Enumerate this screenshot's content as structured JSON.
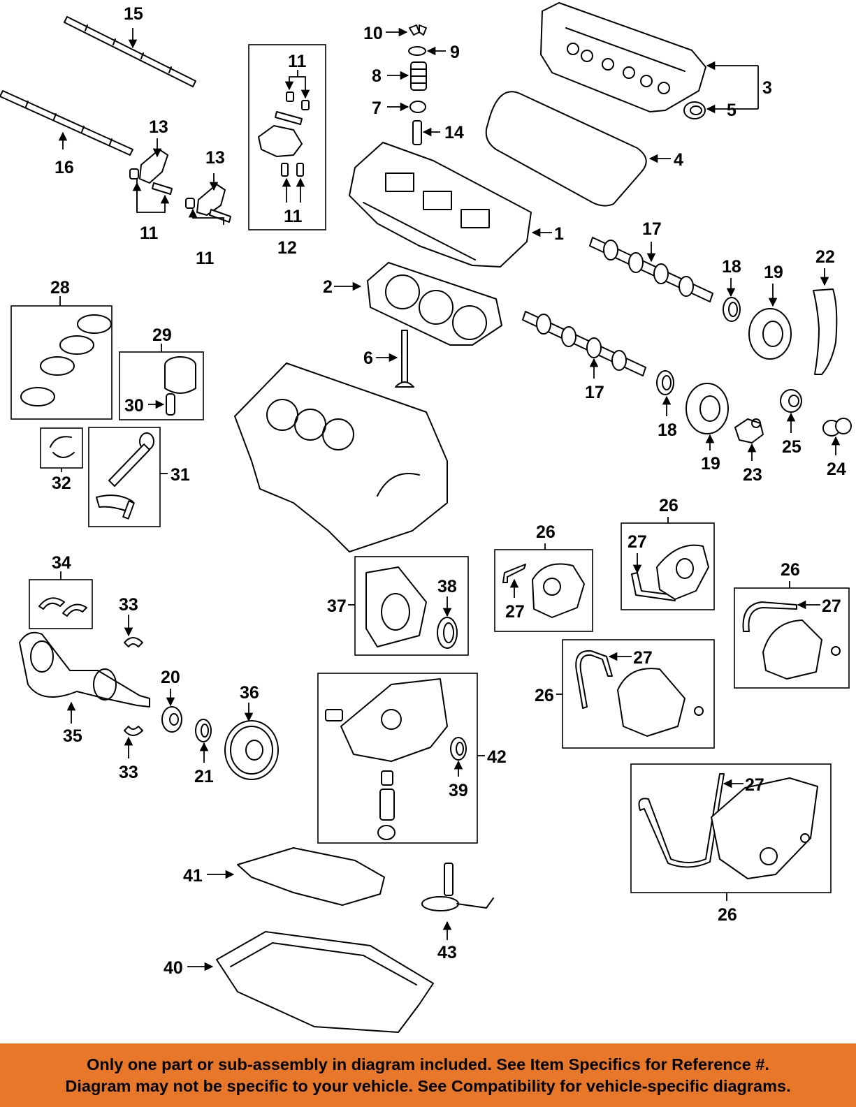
{
  "footer": {
    "line1": "Only one part or sub-assembly in diagram included. See Item Specifics for Reference #.",
    "line2": "Diagram may not be specific to your vehicle. See Compatibility for vehicle-specific diagrams."
  },
  "colors": {
    "footer_background": "#e9772a",
    "line_art": "#000000",
    "background": "#ffffff"
  },
  "callouts": {
    "c1": "1",
    "c2": "2",
    "c3": "3",
    "c4": "4",
    "c5": "5",
    "c6": "6",
    "c7": "7",
    "c8": "8",
    "c9": "9",
    "c10": "10",
    "c11a": "11",
    "c11b": "11",
    "c11c": "11",
    "c11d": "11",
    "c12": "12",
    "c13a": "13",
    "c13b": "13",
    "c14": "14",
    "c15": "15",
    "c16": "16",
    "c17a": "17",
    "c17b": "17",
    "c18a": "18",
    "c18b": "18",
    "c19a": "19",
    "c19b": "19",
    "c20": "20",
    "c21": "21",
    "c22": "22",
    "c23": "23",
    "c24": "24",
    "c25": "25",
    "c26a": "26",
    "c26b": "26",
    "c26c": "26",
    "c26d": "26",
    "c26e": "26",
    "c27a": "27",
    "c27b": "27",
    "c27c": "27",
    "c27d": "27",
    "c27e": "27",
    "c28": "28",
    "c29": "29",
    "c30": "30",
    "c31": "31",
    "c32": "32",
    "c33a": "33",
    "c33b": "33",
    "c34": "34",
    "c35": "35",
    "c36": "36",
    "c37": "37",
    "c38": "38",
    "c39": "39",
    "c40": "40",
    "c41": "41",
    "c42": "42",
    "c43": "43"
  }
}
